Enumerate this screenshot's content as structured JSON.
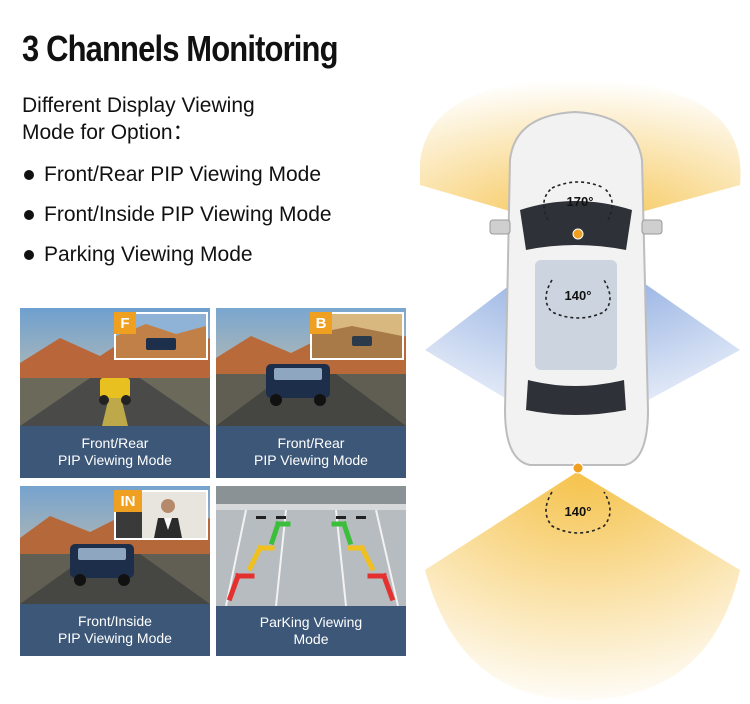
{
  "heading": {
    "title": "3 Channels Monitoring",
    "subtitle_line1": "Different Display Viewing",
    "subtitle_line2": "Mode for Option："
  },
  "modes": [
    "Front/Rear PIP Viewing Mode",
    "Front/Inside PIP Viewing Mode",
    "Parking Viewing Mode"
  ],
  "tiles": [
    {
      "badge": "F",
      "caption_line1": "Front/Rear",
      "caption_line2": "PIP Viewing Mode"
    },
    {
      "badge": "B",
      "caption_line1": "Front/Rear",
      "caption_line2": "PIP Viewing Mode"
    },
    {
      "badge": "IN",
      "caption_line1": "Front/Inside",
      "caption_line2": "PIP Viewing Mode"
    },
    {
      "badge": "",
      "caption_line1": "ParKing Viewing",
      "caption_line2": "Mode"
    }
  ],
  "angles": {
    "front": "170°",
    "inside": "140°",
    "rear": "140°"
  },
  "colors": {
    "front_beam": "#f5c24a",
    "inside_beam": "#6f95d8",
    "rear_beam": "#f5c24a",
    "caption_bg": "#3c5778",
    "badge": "#f0a020"
  }
}
